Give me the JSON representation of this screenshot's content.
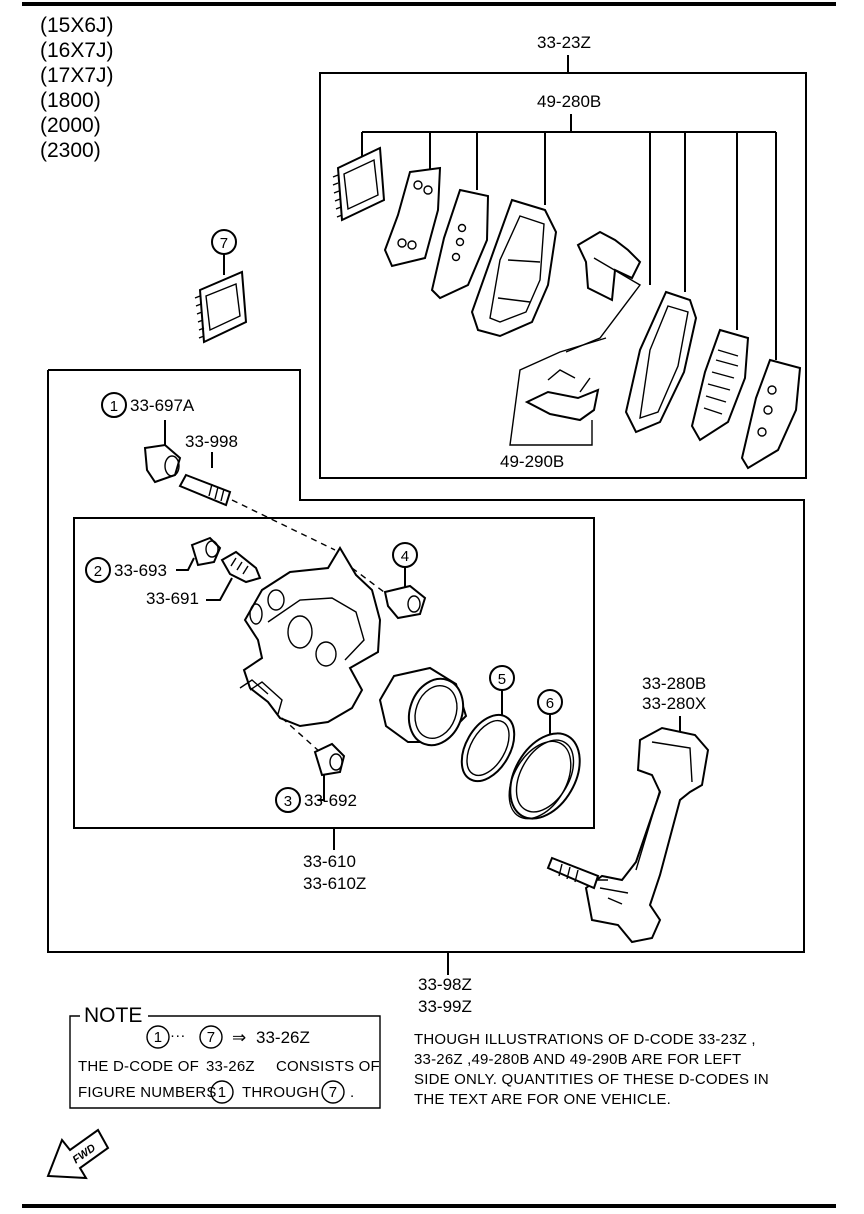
{
  "variants": [
    "(15X6J)",
    "(16X7J)",
    "(17X7J)",
    "(1800)",
    "(2000)",
    "(2300)"
  ],
  "labels": {
    "pad_kit": "33-23Z",
    "pad_set": "49-280B",
    "clip_set": "49-290B",
    "bushing_a": "33-697A",
    "guide_pin": "33-998",
    "bushing_2": "33-693",
    "bleeder": "33-691",
    "bushing_3": "33-692",
    "caliper_1": "33-610",
    "caliper_2": "33-610Z",
    "bracket_1": "33-280B",
    "bracket_2": "33-280X",
    "assembly_1": "33-98Z",
    "assembly_2": "33-99Z"
  },
  "callouts": {
    "n1": "1",
    "n2": "2",
    "n3": "3",
    "n4": "4",
    "n5": "5",
    "n6": "6",
    "n7": "7"
  },
  "note": {
    "title": "NOTE",
    "dots": "···",
    "arrow": "⇒",
    "kit": "33-26Z",
    "line1_a": "THE D-CODE OF",
    "line1_b": "33-26Z",
    "line1_c": "CONSISTS OF",
    "line2_a": "FIGURE NUMBERS",
    "line2_b": "THROUGH",
    "line2_end": "."
  },
  "disclaimer": [
    "THOUGH ILLUSTRATIONS OF D-CODE 33-23Z ,",
    "33-26Z ,49-280B AND 49-290B ARE FOR LEFT",
    "SIDE ONLY. QUANTITIES OF THESE D-CODES IN",
    "THE TEXT ARE FOR ONE VEHICLE."
  ],
  "fwd": "FWD"
}
